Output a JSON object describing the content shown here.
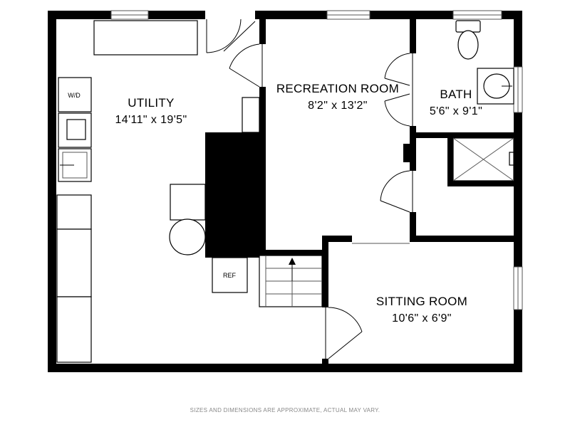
{
  "rooms": {
    "utility": {
      "name": "UTILITY",
      "dims": "14'11\" x 19'5\""
    },
    "recreation": {
      "name": "RECREATION ROOM",
      "dims": "8'2\" x 13'2\""
    },
    "bath": {
      "name": "BATH",
      "dims": "5'6\" x 9'1\""
    },
    "sitting": {
      "name": "SITTING ROOM",
      "dims": "10'6\" x 6'9\""
    }
  },
  "fixture_labels": {
    "washer_dryer": "W/D",
    "refrigerator": "REF"
  },
  "disclaimer": "SIZES AND DIMENSIONS ARE APPROXIMATE, ACTUAL MAY VARY.",
  "colors": {
    "wall": "#000000",
    "background": "#ffffff",
    "disclaimer": "#888888"
  }
}
